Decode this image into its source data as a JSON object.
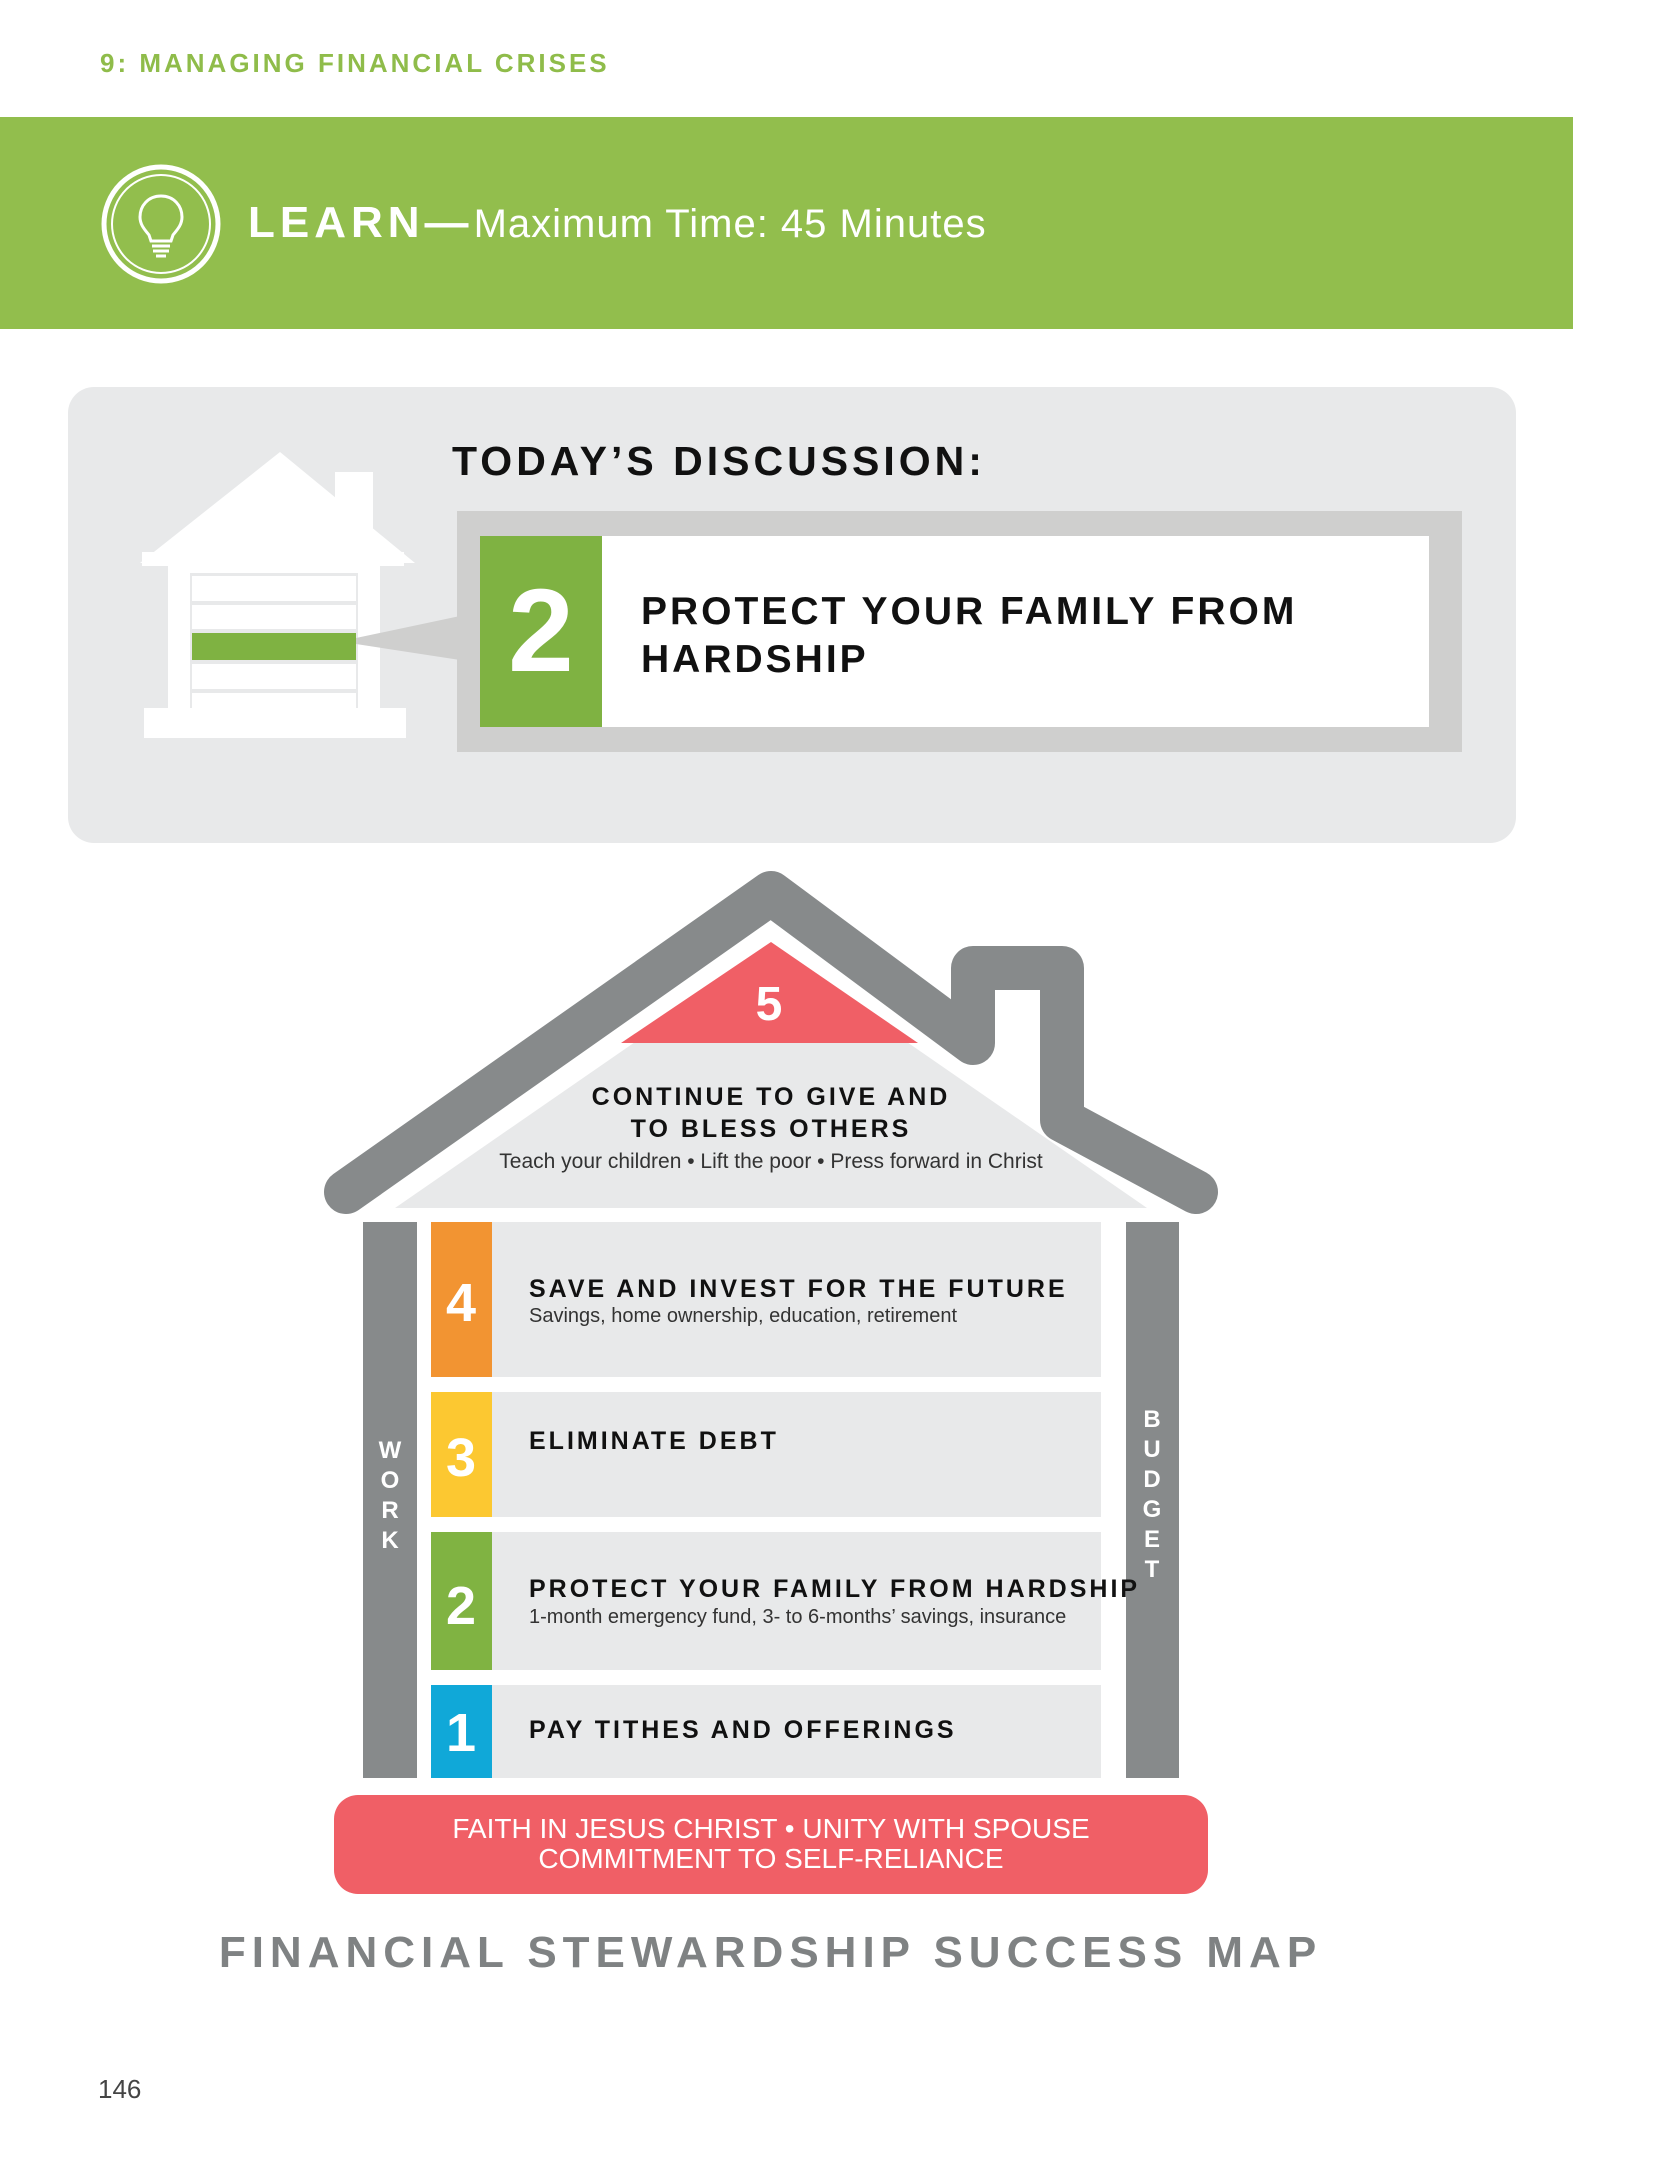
{
  "header": {
    "chapter": "9: MANAGING FINANCIAL CRISES",
    "learn_label": "LEARN—",
    "learn_time": "Maximum Time: 45 Minutes"
  },
  "discussion": {
    "title": "TODAY’S DISCUSSION:",
    "number": "2",
    "text": "PROTECT YOUR FAMILY FROM HARDSHIP"
  },
  "map": {
    "roof": {
      "number": "5",
      "title_line1": "CONTINUE TO GIVE AND",
      "title_line2": "TO BLESS OTHERS",
      "subtitle": "Teach your children • Lift the poor • Press forward in Christ"
    },
    "levels": [
      {
        "number": "4",
        "title": "SAVE AND INVEST FOR THE FUTURE",
        "subtitle": "Savings, home ownership, education, retirement",
        "color": "#f29432"
      },
      {
        "number": "3",
        "title": "ELIMINATE DEBT",
        "subtitle": "",
        "color": "#fcc831"
      },
      {
        "number": "2",
        "title": "PROTECT YOUR FAMILY FROM HARDSHIP",
        "subtitle": "1-month emergency fund, 3- to 6-months’ savings, insurance",
        "color": "#80b342"
      },
      {
        "number": "1",
        "title": "PAY TITHES AND OFFERINGS",
        "subtitle": "",
        "color": "#10a8d8"
      }
    ],
    "left_pillar": [
      "W",
      "O",
      "R",
      "K"
    ],
    "right_pillar": [
      "B",
      "U",
      "D",
      "G",
      "E",
      "T"
    ],
    "foundation_line1": "FAITH IN JESUS CHRIST  •  UNITY WITH SPOUSE",
    "foundation_line2": "COMMITMENT TO SELF-RELIANCE",
    "title": "FINANCIAL STEWARDSHIP SUCCESS MAP"
  },
  "colors": {
    "brand_green": "#92be4d",
    "accent_red": "#f05f66",
    "pillar_gray": "#878a8b"
  },
  "page_number": "146"
}
